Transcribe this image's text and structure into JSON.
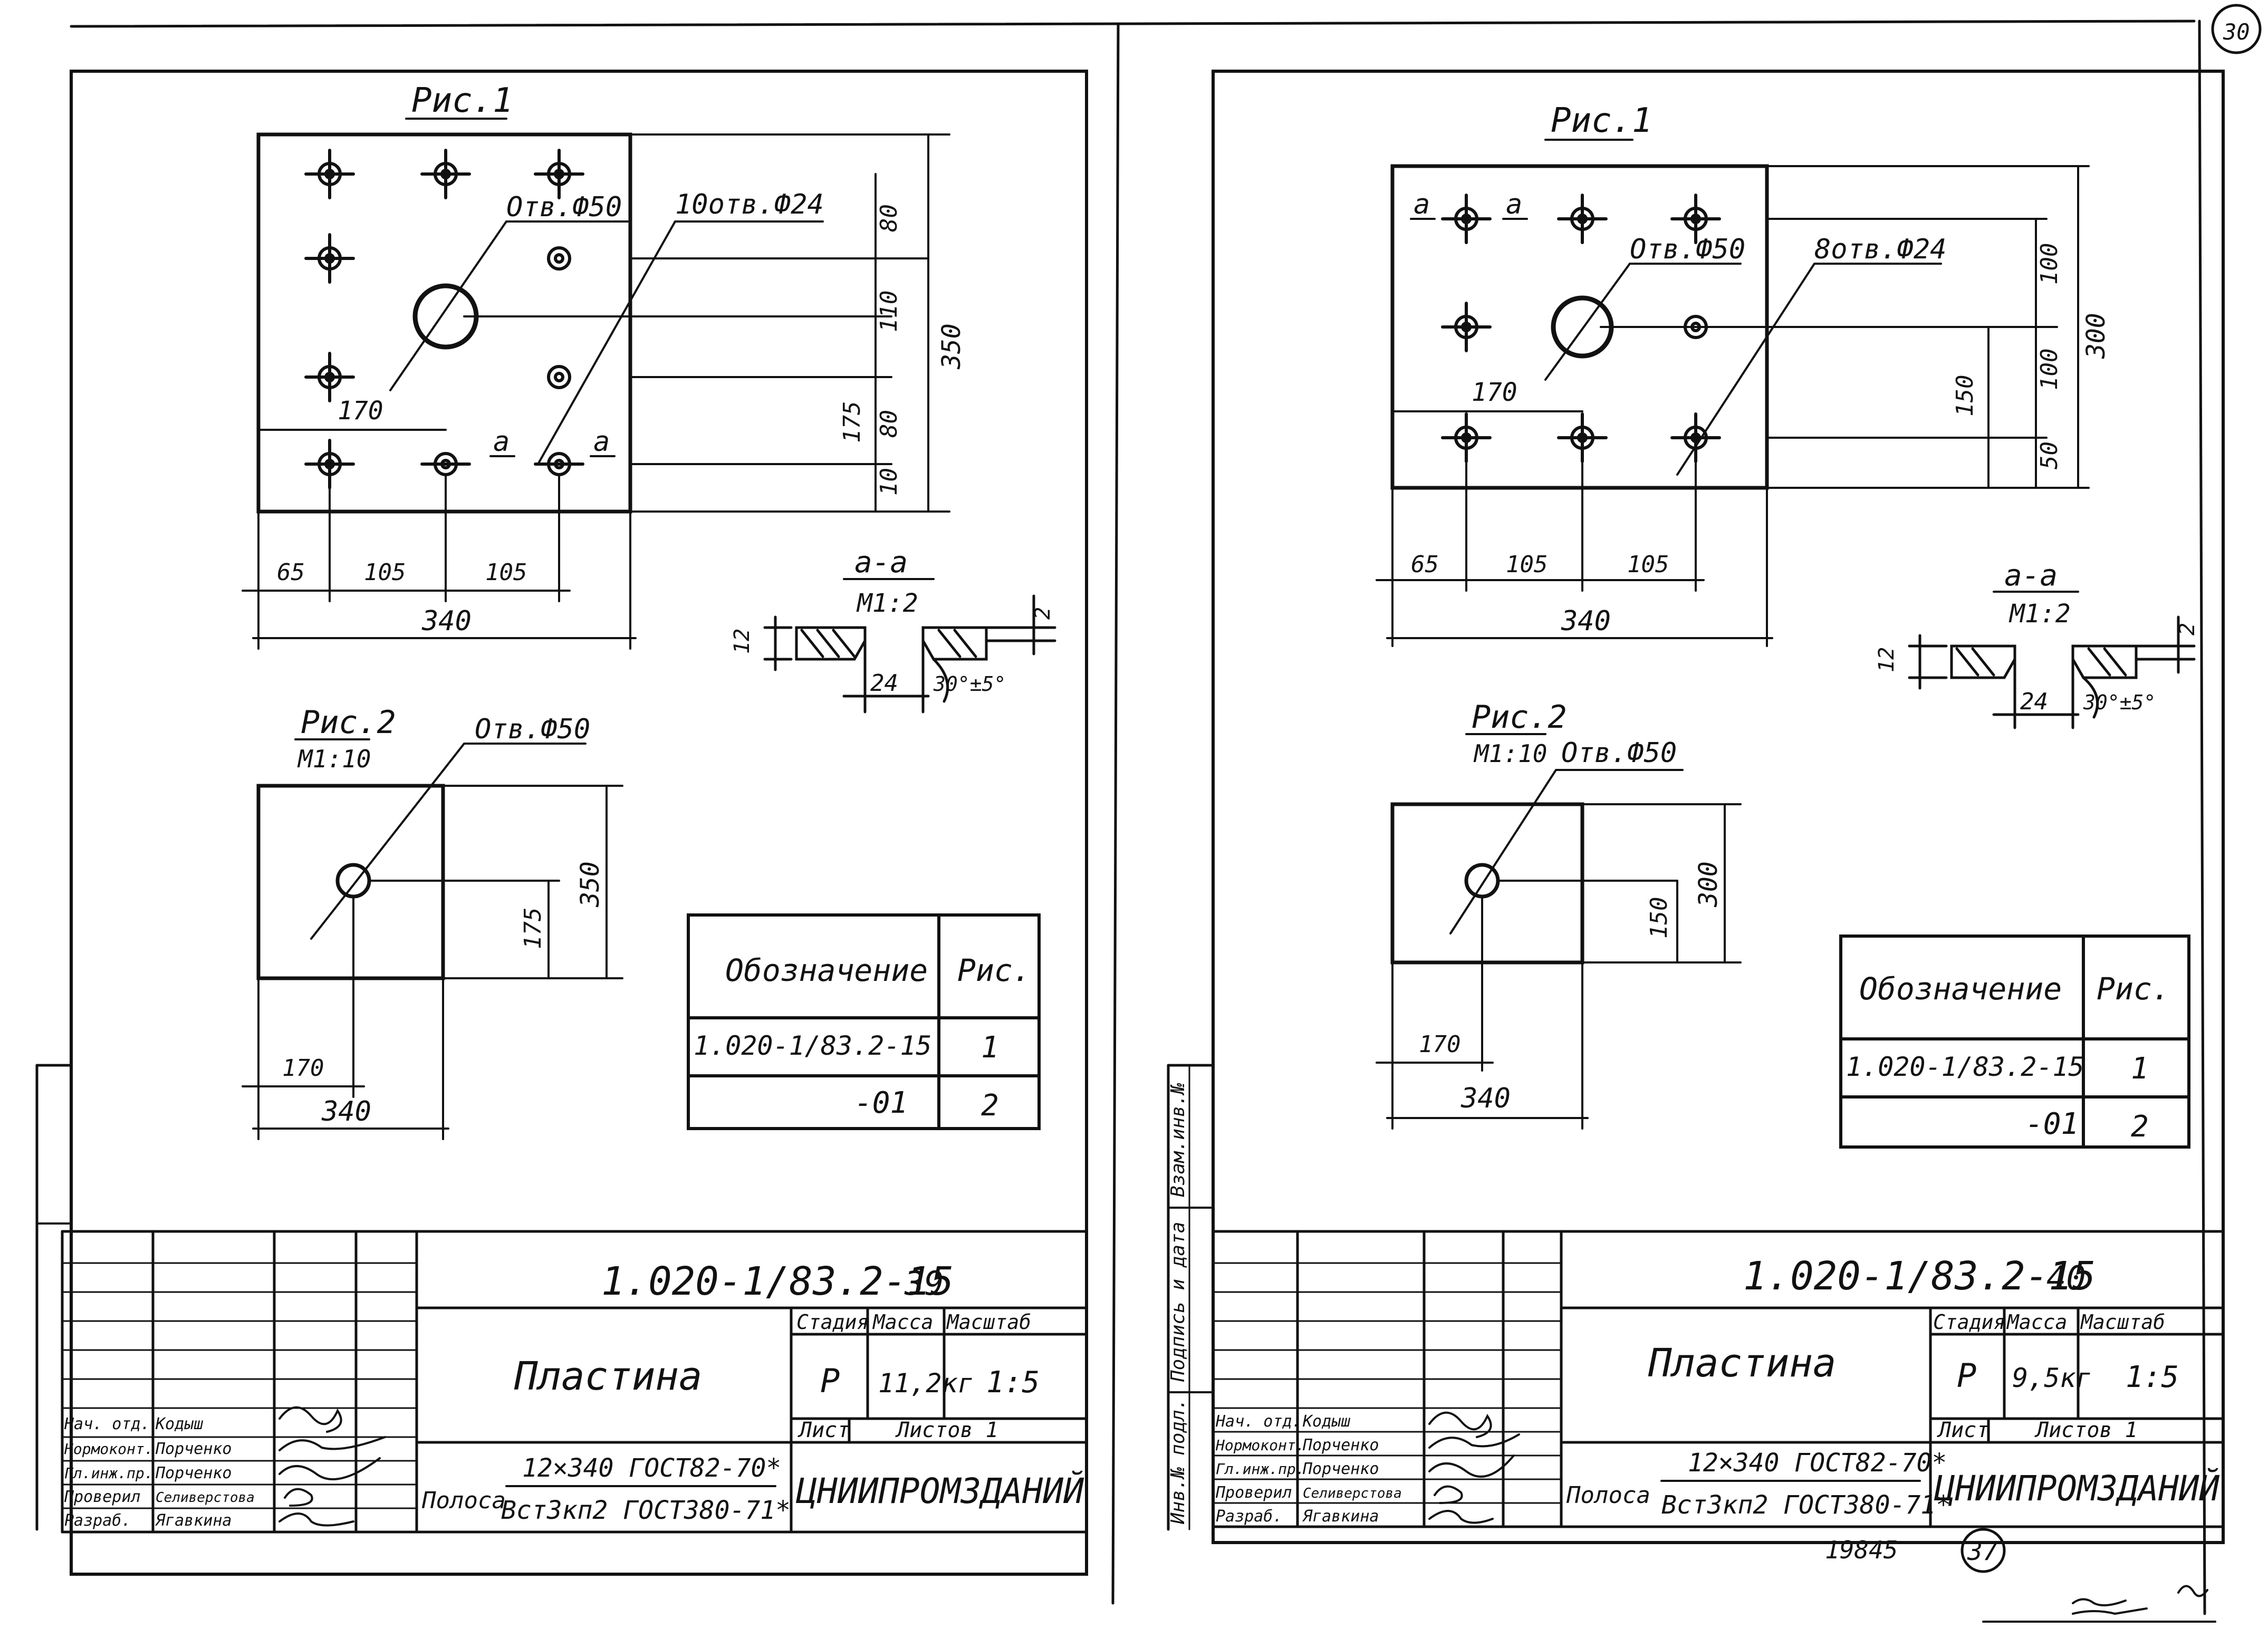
{
  "left_sheet": {
    "fig1": {
      "title": "Рис.1",
      "label_hole_big": "Отв.Ф50",
      "label_holes_small": "10отв.Ф24",
      "dims_bottom": [
        "65",
        "105",
        "105"
      ],
      "dim_width": "340",
      "dim_170": "170",
      "dims_right_inner": [
        "80",
        "110",
        "80",
        "10"
      ],
      "dim_175": "175",
      "dim_height": "350",
      "section_mark_a": "a"
    },
    "section": {
      "title": "а-а",
      "scale": "М1:2",
      "dim_thickness": "12",
      "dim_bevel": "2",
      "dim_hole": "24",
      "angle": "30°±5°"
    },
    "fig2": {
      "title": "Рис.2",
      "scale": "М1:10",
      "label_hole": "Отв.Ф50",
      "dim_175": "175",
      "dim_height": "350",
      "dim_170": "170",
      "dim_width": "340"
    },
    "spec_table": {
      "header_designation": "Обозначение",
      "header_fig": "Рис.",
      "rows": [
        {
          "designation": "1.020-1/83.2-15",
          "fig": "1"
        },
        {
          "designation": "-01",
          "fig": "2"
        }
      ]
    },
    "title_block": {
      "doc_code": "1.020-1/83.2-15",
      "page_no": "39",
      "item_name": "Пластина",
      "stage_header": "Стадия",
      "mass_header": "Масса",
      "scale_header": "Масштаб",
      "stage": "Р",
      "mass": "11,2кг",
      "scale": "1:5",
      "sheet_label": "Лист",
      "sheets_label": "Листов 1",
      "organization": "ЦНИИПРОМЗДАНИЙ",
      "material_prefix": "Полоса",
      "material_line1": "12×340 ГОСТ82-70*",
      "material_line2": "Вст3кп2 ГОСТ380-71*",
      "signers": [
        {
          "role": "Нач. отд.",
          "name": "Кодыш"
        },
        {
          "role": "Нормоконт.",
          "name": "Порченко"
        },
        {
          "role": "Гл.инж.пр.",
          "name": "Порченко"
        },
        {
          "role": "Проверил",
          "name": "Селиверстова"
        },
        {
          "role": "Разраб.",
          "name": "Ягавкина"
        }
      ]
    }
  },
  "right_sheet": {
    "fig1": {
      "title": "Рис.1",
      "label_hole_big": "Отв.Ф50",
      "label_holes_small": "8отв.Ф24",
      "dims_bottom": [
        "65",
        "105",
        "105"
      ],
      "dim_width": "340",
      "dim_170": "170",
      "dims_right_inner": [
        "100",
        "100",
        "50"
      ],
      "dim_150": "150",
      "dim_height": "300",
      "section_mark_a": "a"
    },
    "section": {
      "title": "а-а",
      "scale": "М1:2",
      "dim_thickness": "12",
      "dim_bevel": "2",
      "dim_hole": "24",
      "angle": "30°±5°"
    },
    "fig2": {
      "title": "Рис.2",
      "scale": "М1:10",
      "label_hole": "Отв.Ф50",
      "dim_150": "150",
      "dim_height": "300",
      "dim_170": "170",
      "dim_width": "340"
    },
    "spec_table": {
      "header_designation": "Обозначение",
      "header_fig": "Рис.",
      "rows": [
        {
          "designation": "1.020-1/83.2-15",
          "fig": "1"
        },
        {
          "designation": "-01",
          "fig": "2"
        }
      ]
    },
    "title_block": {
      "doc_code": "1.020-1/83.2-15",
      "page_no": "40",
      "item_name": "Пластина",
      "stage_header": "Стадия",
      "mass_header": "Масса",
      "scale_header": "Масштаб",
      "stage": "Р",
      "mass": "9,5кг",
      "scale": "1:5",
      "sheet_label": "Лист",
      "sheets_label": "Листов 1",
      "organization": "ЦНИИПРОМЗДАНИЙ",
      "material_prefix": "Полоса",
      "material_line1": "12×340 ГОСТ82-70*",
      "material_line2": "Вст3кп2 ГОСТ380-71*",
      "signers": [
        {
          "role": "Нач. отд.",
          "name": "Кодыш"
        },
        {
          "role": "Нормоконт.",
          "name": "Порченко"
        },
        {
          "role": "Гл.инж.пр.",
          "name": "Порченко"
        },
        {
          "role": "Проверил",
          "name": "Селиверстова"
        },
        {
          "role": "Разраб.",
          "name": "Ягавкина"
        }
      ],
      "side_stamp": [
        "Инв.№ подл.",
        "Подпись и дата",
        "Взам.инв.№"
      ]
    },
    "archive_no": "19845",
    "circled_no": "37",
    "corner_mark": "30"
  }
}
